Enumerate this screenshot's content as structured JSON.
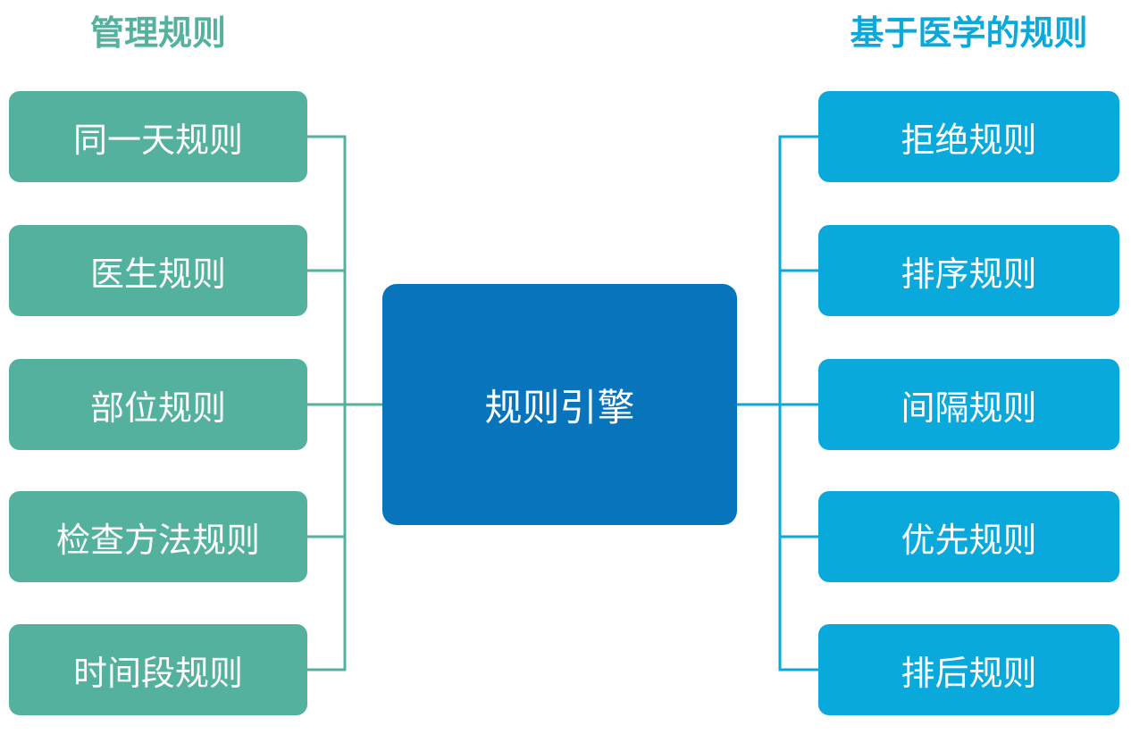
{
  "colors": {
    "teal": "#53B19E",
    "cyan": "#0AA9DB",
    "blue": "#0774BC",
    "box_text": "#FFFFFF",
    "background": "#FFFFFF"
  },
  "left_group": {
    "header": "管理规则",
    "items": [
      "同一天规则",
      "医生规则",
      "部位规则",
      "检查方法规则",
      "时间段规则"
    ]
  },
  "center_node": {
    "label": "规则引擎"
  },
  "right_group": {
    "header": "基于医学的规则",
    "items": [
      "拒绝规则",
      "排序规则",
      "间隔规则",
      "优先规则",
      "排后规则"
    ]
  }
}
